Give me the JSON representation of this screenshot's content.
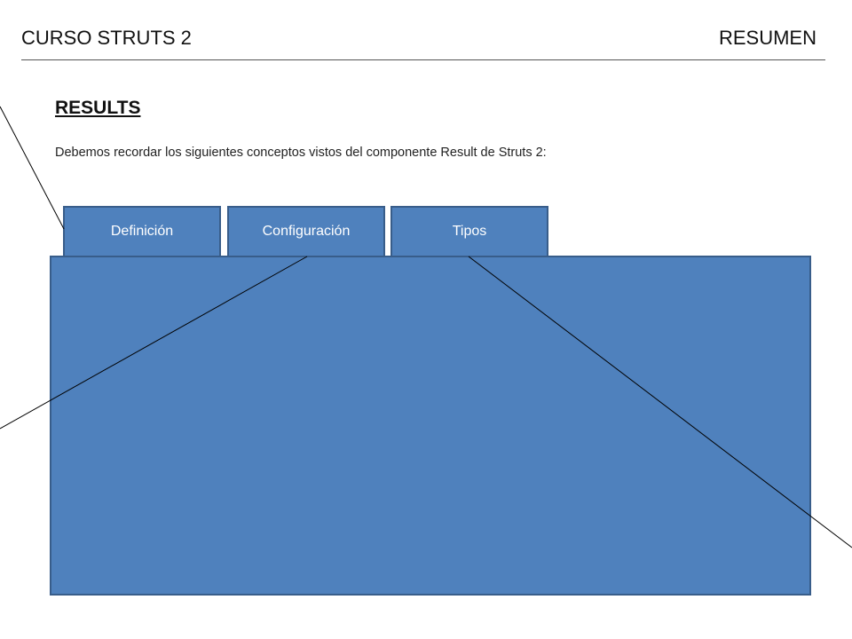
{
  "header": {
    "course_title": "CURSO STRUTS 2",
    "section_label": "RESUMEN"
  },
  "main": {
    "title": "RESULTS",
    "intro": "Debemos recordar los siguientes conceptos vistos del componente Result de Struts 2:"
  },
  "tabs": [
    {
      "label": "Definición"
    },
    {
      "label": "Configuración"
    },
    {
      "label": "Tipos"
    }
  ],
  "colors": {
    "tab_fill": "#4f81bd",
    "tab_border": "#385d8a",
    "tab_text": "#ffffff"
  }
}
